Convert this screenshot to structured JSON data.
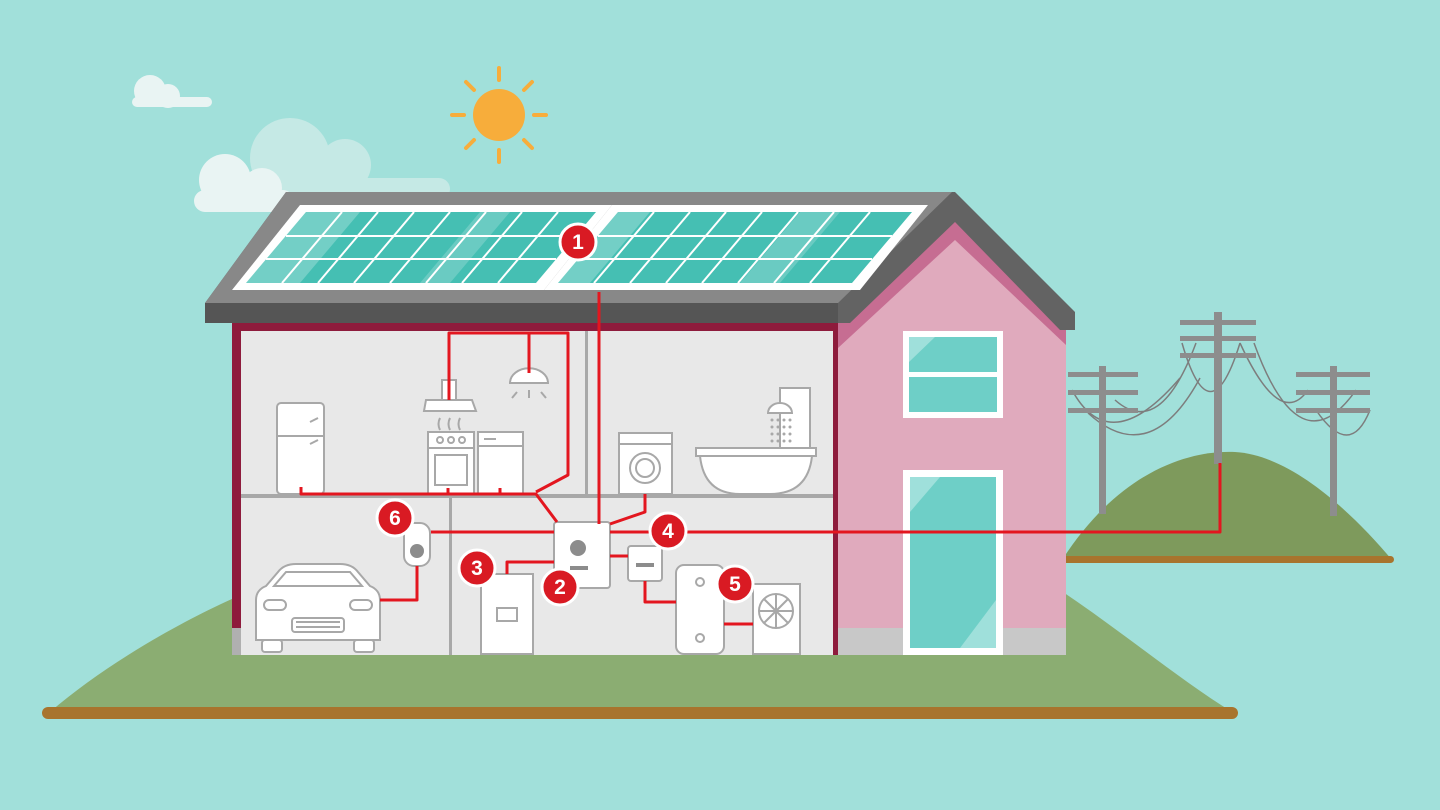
{
  "colors": {
    "sky": "#a1e0da",
    "sun": "#f7ad3b",
    "cloud": "#e9f4f3",
    "roof": "#636363",
    "solar_panel": "#45bfb3",
    "house_wall_pink": "#e0aabd",
    "house_gable": "#c66d92",
    "house_frame": "#8e1b3c",
    "interior": "#e8e8e8",
    "wire": "#e3161f",
    "badge": "#d91a23",
    "grass": "#8bad72",
    "hill": "#7e9a5c",
    "soil": "#a8742d",
    "glass": "#6ecfc7"
  },
  "badges": [
    {
      "id": "1",
      "label": "1"
    },
    {
      "id": "2",
      "label": "2"
    },
    {
      "id": "3",
      "label": "3"
    },
    {
      "id": "4",
      "label": "4"
    },
    {
      "id": "5",
      "label": "5"
    },
    {
      "id": "6",
      "label": "6"
    }
  ],
  "icons": [
    "sun-icon",
    "cloud-icon",
    "solar-panel-icon",
    "range-hood-icon",
    "pendant-lamp-icon",
    "fridge-icon",
    "stove-icon",
    "dishwasher-icon",
    "washing-machine-icon",
    "bathtub-icon",
    "shower-icon",
    "car-icon",
    "wallbox-charger-icon",
    "battery-storage-icon",
    "inverter-icon",
    "meter-icon",
    "water-heater-icon",
    "heat-pump-icon",
    "utility-pole-icon",
    "window-icon",
    "door-icon"
  ]
}
